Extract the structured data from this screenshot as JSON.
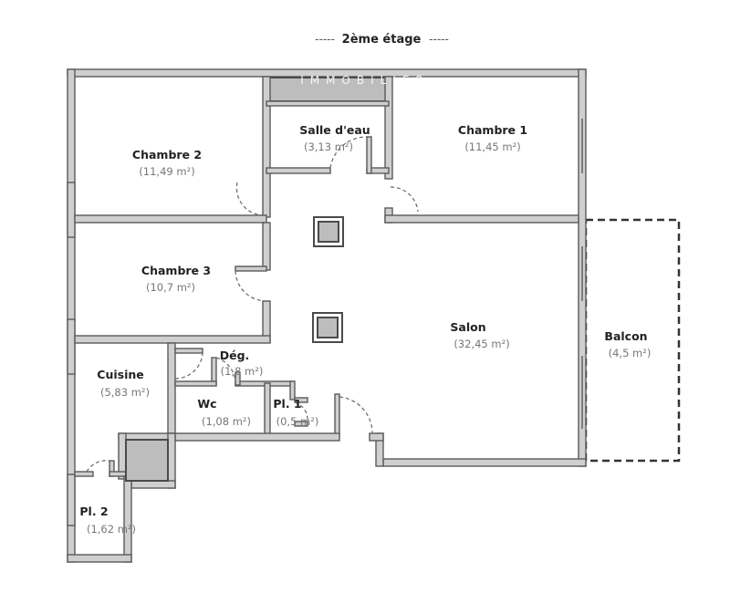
{
  "plan": {
    "floor_title": "2ème étage",
    "title_dashes": "-----",
    "watermark": "IMMOBILIER",
    "rooms": [
      {
        "name": "Chambre 2",
        "area": "(11,49 m²)"
      },
      {
        "name": "Salle d'eau",
        "area": "(3,13 m²)"
      },
      {
        "name": "Chambre 1",
        "area": "(11,45 m²)"
      },
      {
        "name": "Chambre 3",
        "area": "(10,7 m²)"
      },
      {
        "name": "Salon",
        "area": "(32,45 m²)"
      },
      {
        "name": "Balcon",
        "area": "(4,5 m²)"
      },
      {
        "name": "Cuisine",
        "area": "(5,83 m²)"
      },
      {
        "name": "Dég.",
        "area": "(1,8 m²)"
      },
      {
        "name": "Wc",
        "area": "(1,08 m²)"
      },
      {
        "name": "Pl. 1",
        "area": "(0,5 m²)"
      },
      {
        "name": "Pl. 2",
        "area": "(1,62 m²)"
      }
    ]
  }
}
